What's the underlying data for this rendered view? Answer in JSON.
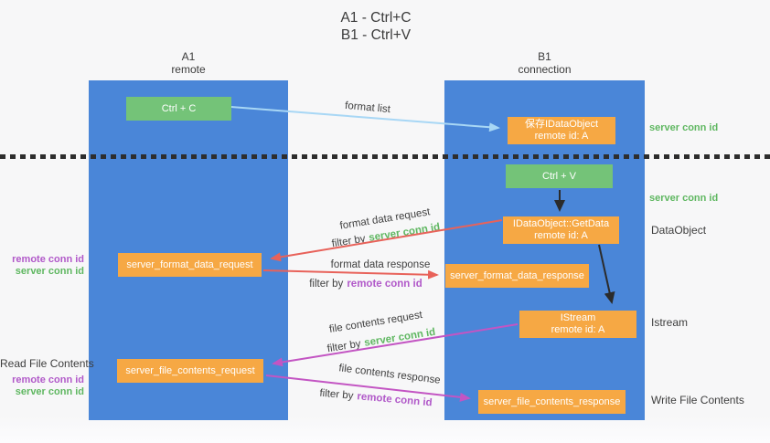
{
  "title": {
    "line1": "A1 - Ctrl+C",
    "line2": "B1 - Ctrl+V"
  },
  "lanes": {
    "a1": {
      "name": "A1",
      "role": "remote"
    },
    "b1": {
      "name": "B1",
      "role": "connection"
    }
  },
  "nodes": {
    "ctrl_c": {
      "label": "Ctrl + C"
    },
    "save_idataobject": {
      "line1": "保存IDataObject",
      "line2": "remote id: A"
    },
    "ctrl_v": {
      "label": "Ctrl + V"
    },
    "getdata": {
      "line1": "IDataObject::GetData",
      "line2": "remote id: A"
    },
    "format_request": {
      "label": "server_format_data_request"
    },
    "format_response": {
      "label": "server_format_data_response"
    },
    "istream": {
      "line1": "IStream",
      "line2": "remote id: A"
    },
    "file_request": {
      "label": "server_file_contents_request"
    },
    "file_response": {
      "label": "server_file_contents_response"
    }
  },
  "labels": {
    "filter_by": "filter by",
    "server_conn_id": "server conn id",
    "remote_conn_id": "remote conn id",
    "format_list": "format list",
    "format_data_request": "format data request",
    "format_data_response": "format data response",
    "file_contents_request": "file contents request",
    "file_contents_response": "file contents response",
    "read_file_contents": "Read File Contents",
    "write_file_contents": "Write File Contents",
    "dataobject": "DataObject",
    "istream": "Istream"
  },
  "colors": {
    "lane_blue": "#4a86d8",
    "node_green": "#74c378",
    "node_orange": "#f6a844",
    "arrow_blue": "#a8d7f5",
    "arrow_red": "#e8625a",
    "arrow_magenta": "#c355c3",
    "arrow_black": "#2b2b2b",
    "text_green": "#5fb761",
    "text_purple": "#b159c9",
    "text_dark": "#3b3b3b"
  }
}
